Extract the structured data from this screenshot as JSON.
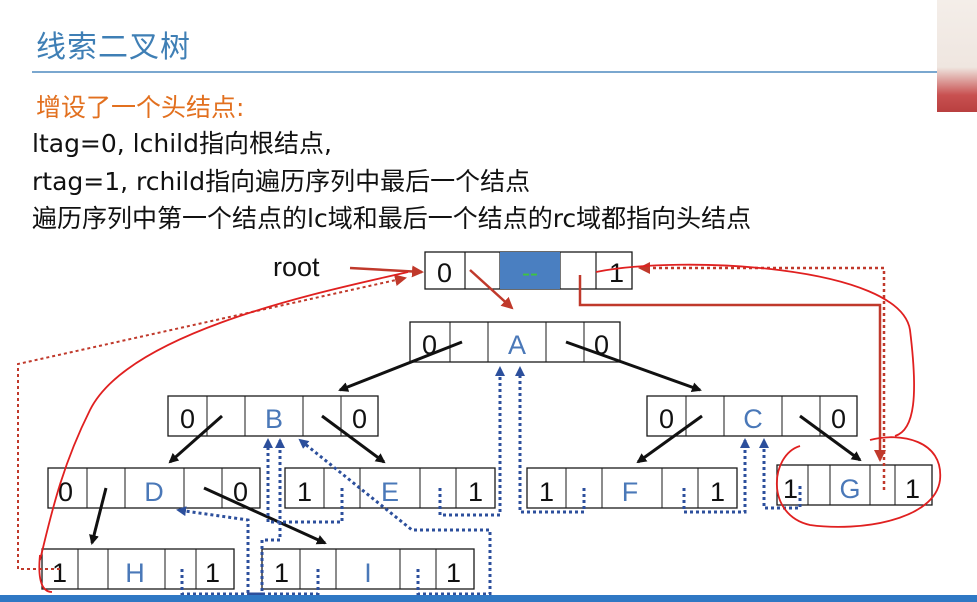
{
  "slide": {
    "title": "线索二叉树",
    "heading": "增设了一个头结点:",
    "lines": [
      "ltag=0, lchild指向根结点,",
      "rtag=1, rchild指向遍历序列中最后一个结点",
      "遍历序列中第一个结点的lc域和最后一个结点的rc域都指向头结点"
    ]
  },
  "diagram": {
    "root_label": "root",
    "head": {
      "ltag": "0",
      "data": "--",
      "rtag": "1"
    },
    "nodes": [
      {
        "id": "A",
        "ltag": "0",
        "data": "A",
        "rtag": "0"
      },
      {
        "id": "B",
        "ltag": "0",
        "data": "B",
        "rtag": "0"
      },
      {
        "id": "C",
        "ltag": "0",
        "data": "C",
        "rtag": "0"
      },
      {
        "id": "D",
        "ltag": "0",
        "data": "D",
        "rtag": "0"
      },
      {
        "id": "E",
        "ltag": "1",
        "data": "E",
        "rtag": "1"
      },
      {
        "id": "F",
        "ltag": "1",
        "data": "F",
        "rtag": "1"
      },
      {
        "id": "G",
        "ltag": "1",
        "data": "G",
        "rtag": "1"
      },
      {
        "id": "H",
        "ltag": "1",
        "data": "H",
        "rtag": "1"
      },
      {
        "id": "I",
        "ltag": "1",
        "data": "I",
        "rtag": "1"
      }
    ],
    "colors": {
      "child_pointer": "#111111",
      "thread_pointer": "#2c4f9c",
      "head_pointer": "#c0392b",
      "annotation": "#e02020",
      "head_data_fill": "#4a7fc1"
    }
  }
}
